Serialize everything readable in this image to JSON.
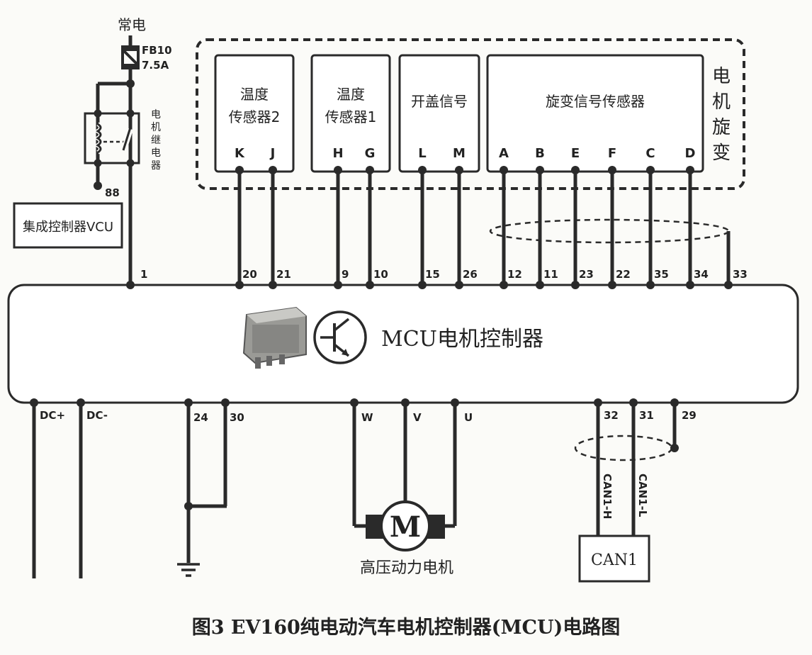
{
  "power": {
    "label": "常电",
    "fuse_id": "FB10",
    "fuse_rating": "7.5A"
  },
  "relay": {
    "label": [
      "电",
      "机",
      "继",
      "电",
      "器"
    ]
  },
  "vcu": {
    "label": "集成控制器VCU",
    "pin": "88"
  },
  "resolver_group": {
    "label": [
      "电",
      "机",
      "旋",
      "变"
    ]
  },
  "sensors": {
    "temp2": {
      "line1": "温度",
      "line2": "传感器2",
      "pins": [
        "K",
        "J"
      ]
    },
    "temp1": {
      "line1": "温度",
      "line2": "传感器1",
      "pins": [
        "H",
        "G"
      ]
    },
    "lid": {
      "label": "开盖信号",
      "pins": [
        "L",
        "M"
      ]
    },
    "resolver": {
      "label": "旋变信号传感器",
      "pins": [
        "A",
        "B",
        "E",
        "F",
        "C",
        "D"
      ]
    }
  },
  "mcu": {
    "label": "MCU电机控制器",
    "top_pins": [
      "1",
      "20",
      "21",
      "9",
      "10",
      "15",
      "26",
      "12",
      "11",
      "23",
      "22",
      "35",
      "34",
      "33"
    ],
    "bottom_pins": [
      "DC+",
      "DC-",
      "24",
      "30",
      "W",
      "V",
      "U",
      "32",
      "31",
      "29"
    ]
  },
  "motor": {
    "symbol": "M",
    "label": "高压动力电机"
  },
  "can": {
    "box_label": "CAN1",
    "wire_h": "CAN1-H",
    "wire_l": "CAN1-L"
  },
  "caption": "图3 EV160纯电动汽车电机控制器(MCU)电路图"
}
